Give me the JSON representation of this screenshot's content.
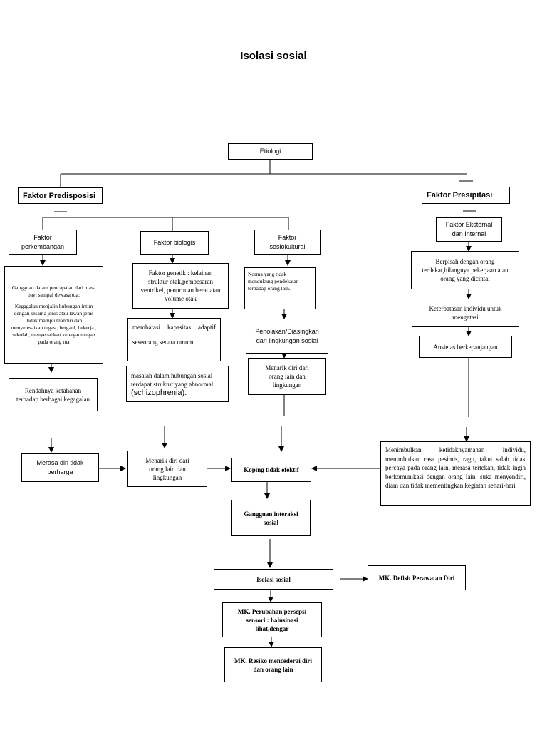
{
  "title": "Isolasi sosial",
  "nodes": {
    "etiologi": "Etiologi",
    "faktor_predisposisi": "Faktor Predisposisi",
    "faktor_presipitasi": "Faktor Presipitasi",
    "faktor_perkembangan": "Faktor perkembangan",
    "faktor_biologis": "Faktor biologis",
    "faktor_sosiokultural": "Faktor sosiokultural",
    "faktor_eksternal_internal": "Faktor Eksternal dan Internal",
    "gangguan_pencapaian_1": "Gangguan dalam pencapaian dari masa bayi sampai dewasa tua:",
    "gangguan_pencapaian_2": "Kegagalan menjalin hubungan intim dengan sesama jenis atau lawan jenis ,tidak mampu mandiri dan menyelesaikan tugas , bergaul, bekerja , sekolah, menyebabkan ketergantungan pada orang tua",
    "faktor_genetik": "Faktor genetik : kelainan struktur otak,pembesaran ventrikel, penurunan berat atau volume otak",
    "membatasi_kapasitas": "membatasi kapasitas adaptif seseorang secara umum.",
    "masalah_hubungan": "masalah dalam hubungan sosial terdapat struktur yang abnormal",
    "schizophrenia": "(schizophrenia).",
    "norma": "Norma yang tidak mendukung pendekatan terhadap orang lain.",
    "penolakan": "Penolakan/Diasingkan dari lingkungan sosial",
    "menarik_diri_kanan": "Menarik diri dari orang lain dan lingkungan",
    "berpisah": "Berpisah dengan orang terdekat,hilangnya pekerjaan atau orang yang dicintai",
    "keterbatasan": "Keterbatasan individu untuk mengatasi",
    "ansietas": "Ansietas berkepanjangan",
    "rendahnya_ketahanan": "Rendahnya ketahanan terhadap berbagai kegagalan",
    "merasa_diri": "Merasa diri tidak berharga",
    "menarik_diri_tengah": "Menarik diri dari orang lain dan lingkungan",
    "koping": "Koping tidak efektif",
    "menimbulkan": "Menimbulkan ketidaknyamanan individu, menimbulkan rasa pesimis, ragu, takut salah tidak percaya pada orang lain, merasa tertekan, tidak ingin berkomunikasi dengan orang lain, suka menyendiri, diam dan tidak mementingkan kegiatan sehari-hari",
    "gangguan_interaksi": "Gangguan interaksi sosial",
    "isolasi_sosial": "Isolasi sosial",
    "mk_defisit": "MK. Defisit Perawatan Diri",
    "mk_perubahan": "MK. Perubahan persepsi sensori : halusinasi lihat,dengar",
    "mk_resiko": "MK. Resiko mencederai diri dan orang lain"
  }
}
